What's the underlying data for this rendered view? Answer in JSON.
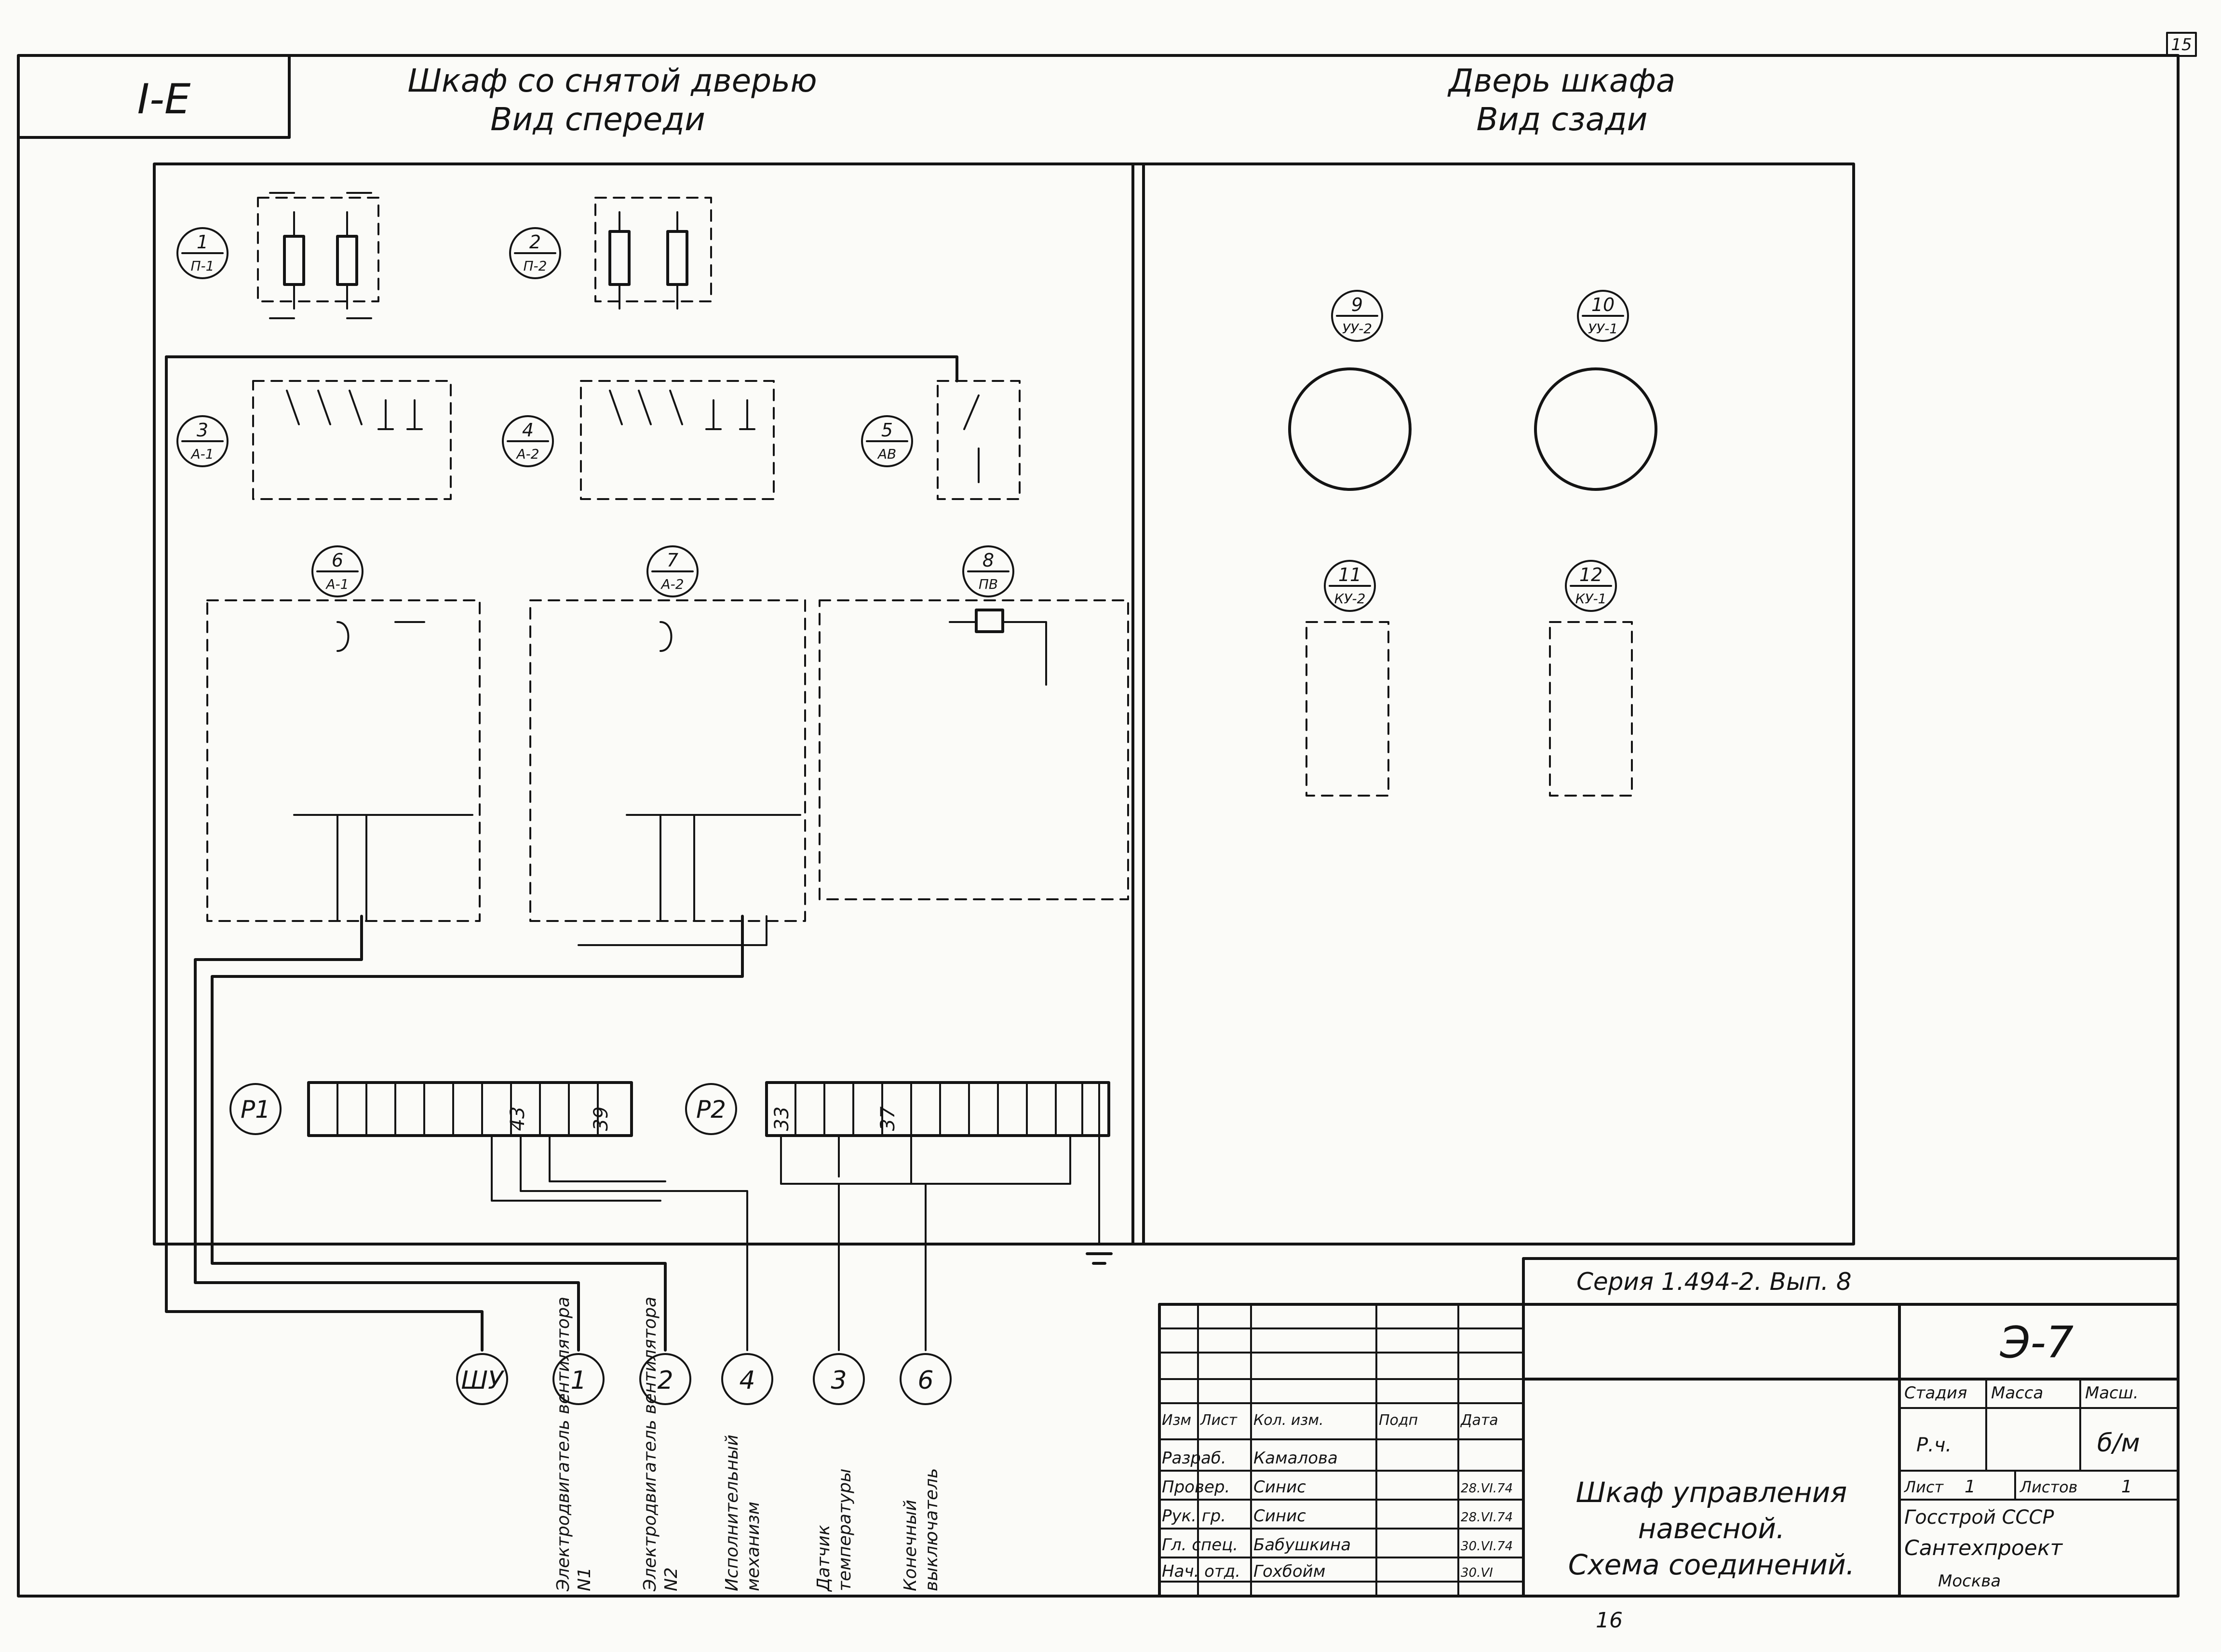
{
  "sheet_number": "15",
  "view_code": "Ⅰ-Е",
  "left_view": {
    "title": "Шкаф со снятой дверью",
    "subtitle": "Вид спереди"
  },
  "right_view": {
    "title": "Дверь шкафа",
    "subtitle": "Вид сзади"
  },
  "devices": [
    {
      "num": "1",
      "code": "П-1"
    },
    {
      "num": "2",
      "code": "П-2"
    },
    {
      "num": "3",
      "code": "А-1"
    },
    {
      "num": "4",
      "code": "А-2"
    },
    {
      "num": "5",
      "code": "АВ"
    },
    {
      "num": "6",
      "code": "А-1"
    },
    {
      "num": "7",
      "code": "А-2"
    },
    {
      "num": "8",
      "code": "ПВ"
    },
    {
      "num": "9",
      "code": "УУ-2"
    },
    {
      "num": "10",
      "code": "УУ-1"
    },
    {
      "num": "11",
      "code": "КУ-2"
    },
    {
      "num": "12",
      "code": "КУ-1"
    }
  ],
  "terminal_blocks": {
    "left": "Р1",
    "right": "Р2"
  },
  "p1_values": [
    "43",
    "39"
  ],
  "p2_values": [
    "33",
    "37"
  ],
  "external": [
    {
      "code": "ШУ",
      "label": ""
    },
    {
      "code": "1",
      "label": "Электродвигатель вентилятора N1"
    },
    {
      "code": "2",
      "label": "Электродвигатель вентилятора N2"
    },
    {
      "code": "4",
      "label": "Исполнительный механизм"
    },
    {
      "code": "3",
      "label": "Датчик температуры"
    },
    {
      "code": "6",
      "label": "Конечный выключатель"
    }
  ],
  "title_block": {
    "series": "Серия 1.494-2. Вып. 8",
    "drawing_code": "Э-7",
    "headers": {
      "izm": "Изм",
      "list": "Лист",
      "kol": "Кол. изм.",
      "podp": "Подп",
      "data": "Дата"
    },
    "rows": [
      {
        "role": "Разраб.",
        "name": "Камалова",
        "date": ""
      },
      {
        "role": "Провер.",
        "name": "Синис",
        "date": "28.VI.74"
      },
      {
        "role": "Рук. гр.",
        "name": "Синис",
        "date": "28.VI.74"
      },
      {
        "role": "Гл. спец.",
        "name": "Бабушкина",
        "date": "30.VI.74"
      },
      {
        "role": "Нач. отд.",
        "name": "Гохбойм",
        "date": "30.VI"
      }
    ],
    "stage_label": "Стадия",
    "mass_label": "Масса",
    "scale_label": "Масш.",
    "stage": "Р.ч.",
    "scale": "б/м",
    "sheet_label": "Лист",
    "sheet": "1",
    "sheets_label": "Листов",
    "sheets": "1",
    "name_line1": "Шкаф управления",
    "name_line2": "навесной.",
    "name_line3": "Схема соединений.",
    "org_line1": "Госстрой СССР",
    "org_line2": "Сантехпроект",
    "org_line3": "Москва",
    "footer_stamp": "16"
  }
}
